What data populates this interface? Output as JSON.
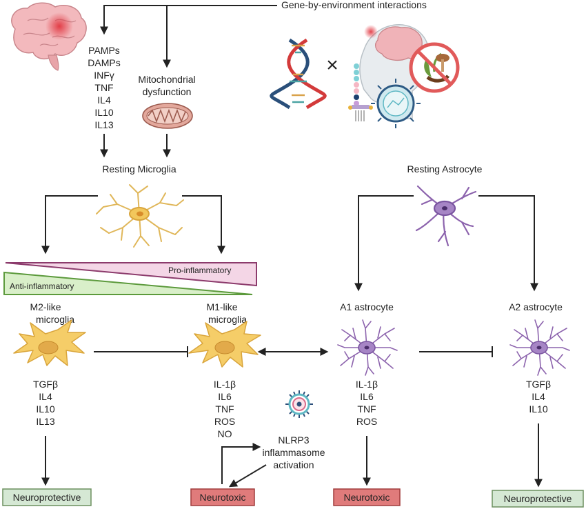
{
  "header": {
    "gxe_label": "Gene-by-environment interactions"
  },
  "inputs": {
    "cytokines": [
      "PAMPs",
      "DAMPs",
      "INFγ",
      "TNF",
      "IL4",
      "IL10",
      "IL13"
    ],
    "mito_label": [
      "Mitochondrial",
      "dysfunction"
    ],
    "times_symbol": "×"
  },
  "microglia": {
    "resting_label": "Resting Microglia",
    "pro_label": "Pro-inflammatory",
    "anti_label": "Anti-inflammatory",
    "m2_label": [
      "M2-like",
      "microglia"
    ],
    "m1_label": [
      "M1-like",
      "microglia"
    ],
    "m2_factors": [
      "TGFβ",
      "IL4",
      "IL10",
      "IL13"
    ],
    "m1_factors": [
      "IL-1β",
      "IL6",
      "TNF",
      "ROS",
      "NO"
    ],
    "nlrp3_label": [
      "NLRP3",
      "inflammasome",
      "activation"
    ]
  },
  "astrocytes": {
    "resting_label": "Resting Astrocyte",
    "a1_label": "A1 astrocyte",
    "a2_label": "A2 astrocyte",
    "a1_factors": [
      "IL-1β",
      "IL6",
      "TNF",
      "ROS"
    ],
    "a2_factors": [
      "TGFβ",
      "IL4",
      "IL10"
    ]
  },
  "outcomes": {
    "m2": "Neuroprotective",
    "m1": "Neurotoxic",
    "a1": "Neurotoxic",
    "a2": "Neuroprotective"
  },
  "colors": {
    "neuroprotective_fill": "#d5e8d4",
    "neuroprotective_stroke": "#6b8f5e",
    "neurotoxic_fill": "#e07b7b",
    "neurotoxic_stroke": "#a03c3c",
    "pro_fill": "#f4d6e6",
    "pro_stroke": "#8c3b6c",
    "anti_fill": "#d9efc9",
    "anti_stroke": "#5c9a3c",
    "microglia": "#f2c75c",
    "astrocyte": "#a07bbf"
  }
}
